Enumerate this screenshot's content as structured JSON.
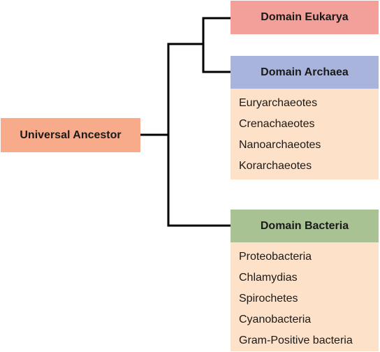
{
  "root": {
    "label": "Universal Ancestor",
    "color": "#f7ab8b"
  },
  "domains": [
    {
      "label": "Domain Eukarya",
      "color": "#f4a09a",
      "members": []
    },
    {
      "label": "Domain Archaea",
      "color": "#a8b4dc",
      "members": [
        "Euryarchaeotes",
        "Crenachaeotes",
        "Nanoarchaeotes",
        "Korarchaeotes"
      ]
    },
    {
      "label": "Domain Bacteria",
      "color": "#a9c293",
      "members": [
        "Proteobacteria",
        "Chlamydias",
        "Spirochetes",
        "Cyanobacteria",
        "Gram-Positive bacteria"
      ]
    }
  ],
  "list_background": "#fde1c8",
  "line_color": "#000000"
}
